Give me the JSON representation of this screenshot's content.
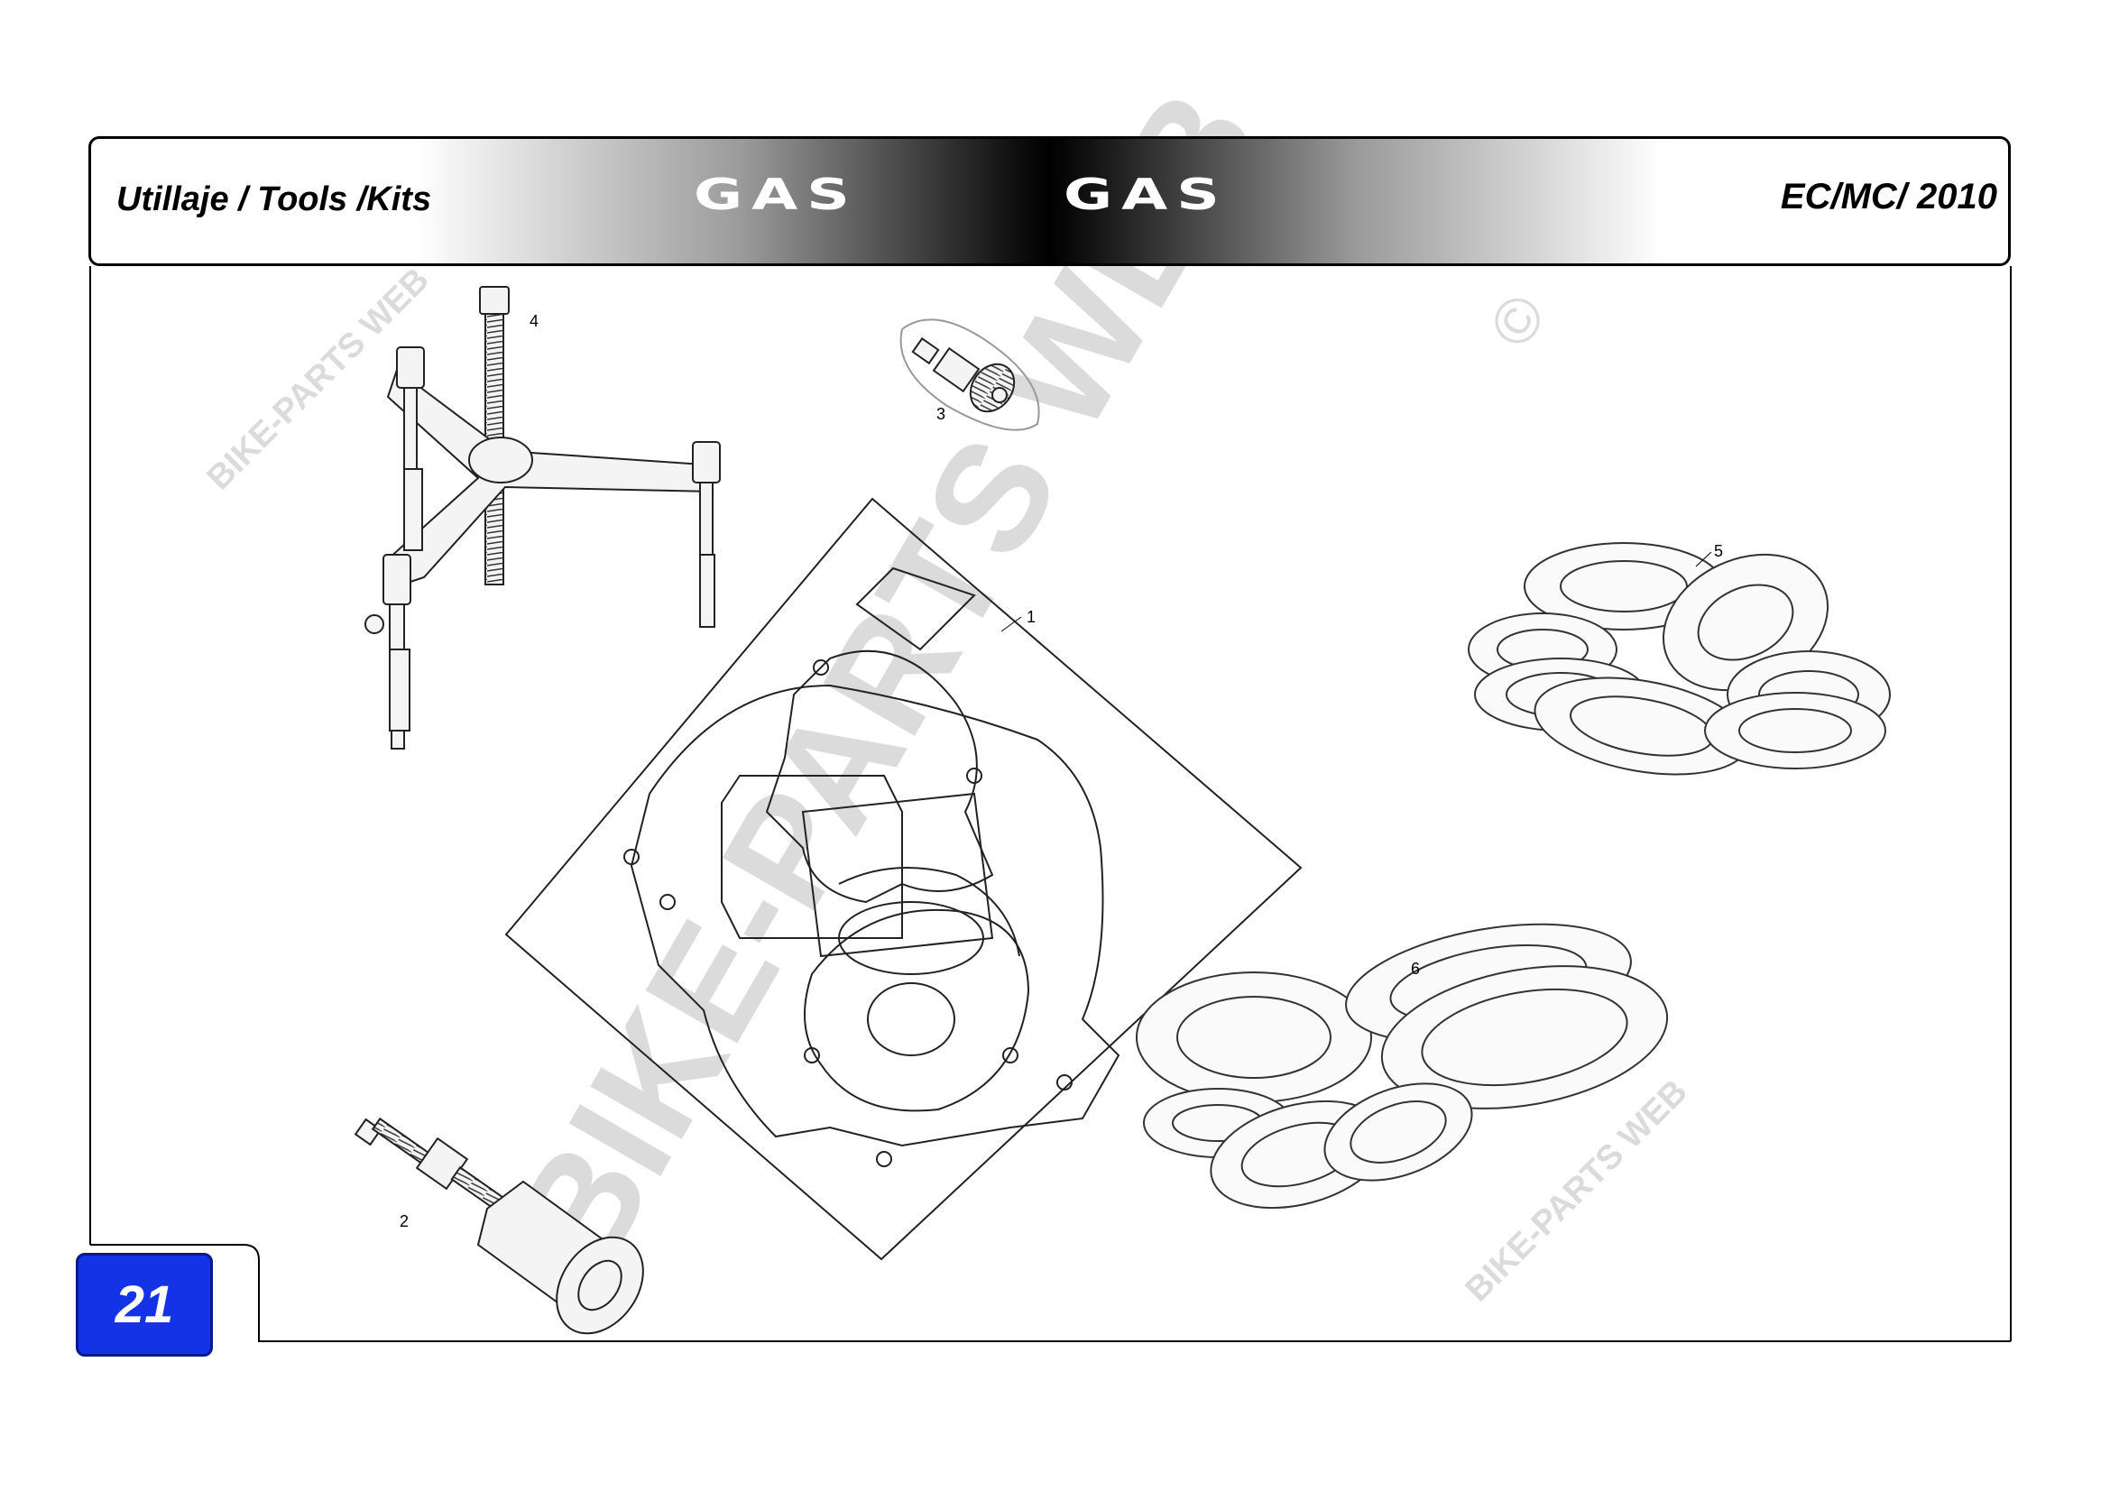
{
  "header": {
    "left_title": "Utillaje / Tools /Kits",
    "brand_word_1": "GAS",
    "brand_word_2": "GAS",
    "right_title": "EC/MC/ 2010"
  },
  "page_number": "21",
  "callouts": [
    "1",
    "2",
    "3",
    "4",
    "5",
    "6"
  ],
  "watermark": {
    "large": "BIKE-PARTS WEB",
    "small": "BIKE-PARTS WEB",
    "symbol": "©"
  }
}
